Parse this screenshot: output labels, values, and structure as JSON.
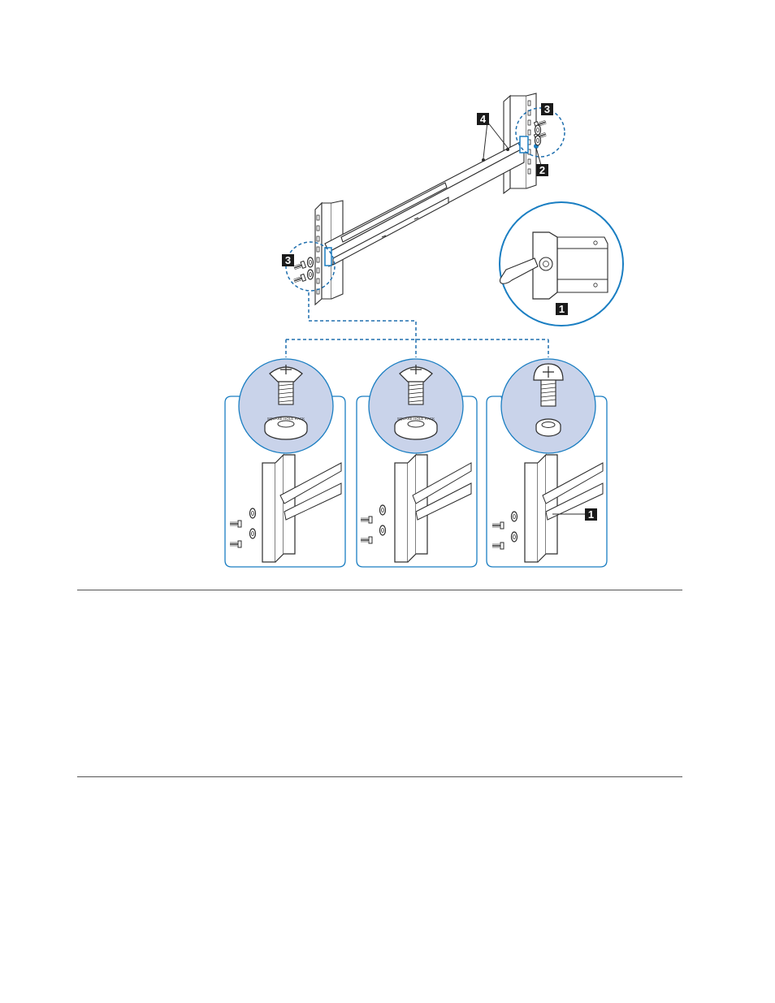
{
  "colors": {
    "accent_blue": "#1a7ec2",
    "dashed_blue": "#1f6fae",
    "circle_fill": "#c9d3ea",
    "line": "#2b2b2b",
    "callout_bg": "#1a1a1a"
  },
  "callouts": {
    "c1_top": "1",
    "c2": "2",
    "c3_right": "3",
    "c3_left": "3",
    "c4": "4",
    "c1_bottom": "1"
  },
  "washer_text": "SQUARE HOLE RACK",
  "panels": [
    {
      "screw": "flat-head",
      "washer": "square-hole-spacer"
    },
    {
      "screw": "flat-head",
      "washer": "square-hole-spacer"
    },
    {
      "screw": "pan-head",
      "washer": "lock-washer"
    }
  ],
  "icons": [
    "rail-assembly",
    "rack-post",
    "release-key",
    "screw",
    "washer"
  ]
}
